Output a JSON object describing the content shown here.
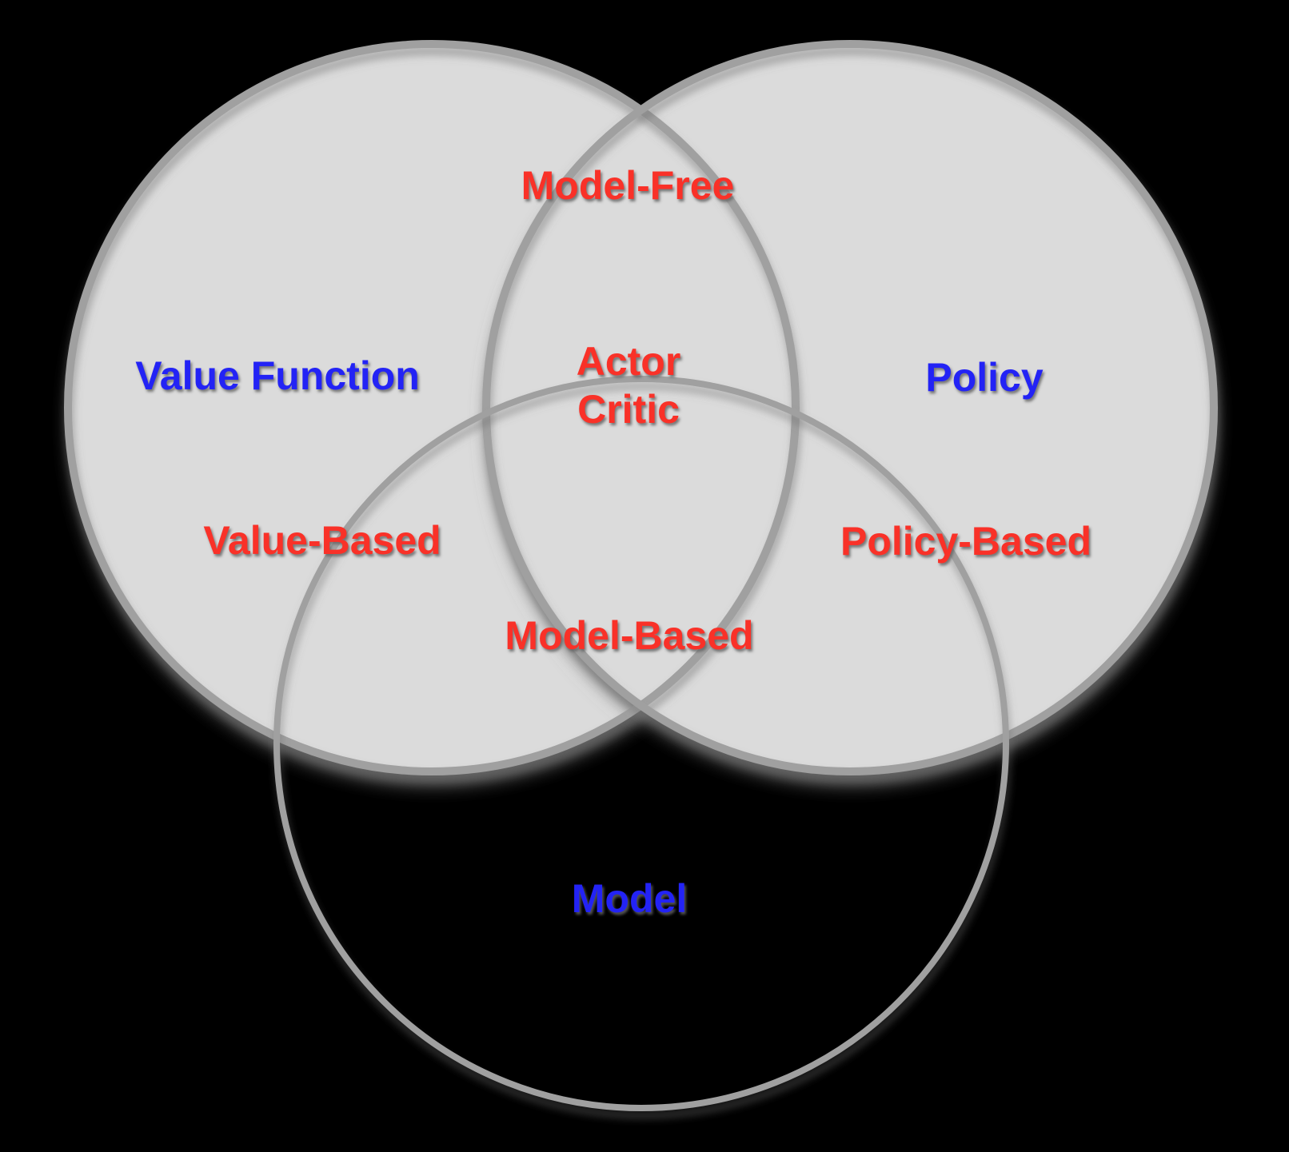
{
  "figure": {
    "type": "venn-diagram",
    "title": "Reinforcement Learning approaches Venn diagram",
    "sets": [
      "Value Function",
      "Policy",
      "Model"
    ]
  },
  "colors": {
    "background": "#000000",
    "circle_fill": "#DBDBDB",
    "circle_stroke": "#A0A0A0",
    "label_red": "#F93128",
    "label_blue": "#2323F5"
  },
  "labels": {
    "model_free": {
      "text": "Model-Free",
      "color": "#F93128"
    },
    "actor_critic": {
      "text": "Actor\nCritic",
      "color": "#F93128"
    },
    "value_function": {
      "text": "Value Function",
      "color": "#2323F5"
    },
    "policy": {
      "text": "Policy",
      "color": "#2323F5"
    },
    "value_based": {
      "text": "Value-Based",
      "color": "#F93128"
    },
    "policy_based": {
      "text": "Policy-Based",
      "color": "#F93128"
    },
    "model_based": {
      "text": "Model-Based",
      "color": "#F93128"
    },
    "model": {
      "text": "Model",
      "color": "#2323F5"
    }
  }
}
